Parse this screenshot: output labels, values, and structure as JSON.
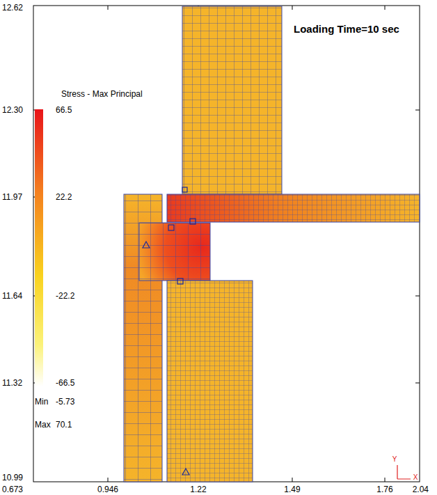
{
  "diagram": {
    "title": "Loading Time=10 sec",
    "labels": [
      "12.62",
      "12.30",
      "11.97",
      "11.64",
      "11.32",
      "10.99",
      "0.673",
      "0.946",
      "1.22",
      "1.49",
      "1.76",
      "2.04",
      "Stress - Max Principal",
      "66.5",
      "22.2",
      "-22.2",
      "-66.5",
      "Min",
      "-5.73",
      "Max",
      "70.1",
      "Y",
      "X"
    ]
  }
}
